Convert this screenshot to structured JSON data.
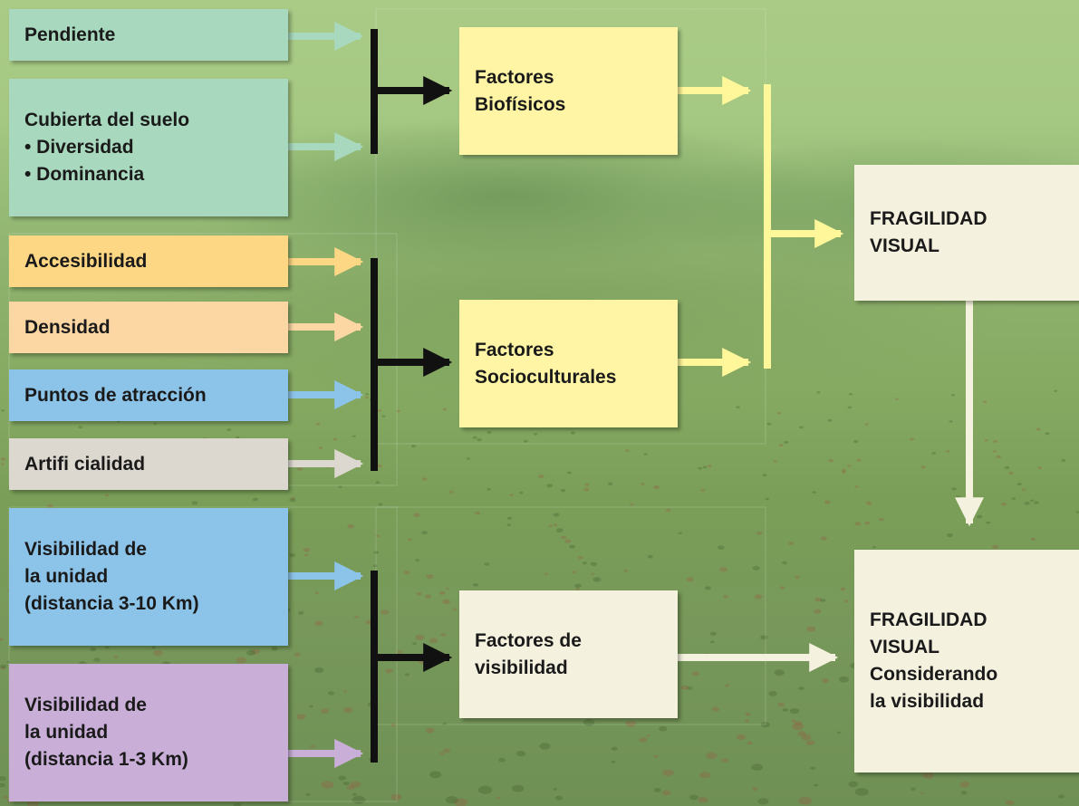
{
  "colors": {
    "green": "#a8d8bd",
    "orange": "#fdd784",
    "peach": "#fcd7a4",
    "blue": "#8cc3e8",
    "gray": "#dcd7cf",
    "purple": "#c9afd8",
    "yellow": "#fff5a4",
    "cream": "#f4f1df",
    "bracket": "#111111",
    "yellow_line": "#fff79a"
  },
  "inputs": {
    "pendiente": "Pendiente",
    "cubierta": "Cubierta del suelo\n• Diversidad\n• Dominancia",
    "accesibilidad": "Accesibilidad",
    "densidad": "Densidad",
    "puntos": "Puntos de atracción",
    "artificialidad": "Artifi cialidad",
    "visibilidad_lejana": "Visibilidad de\nla unidad\n(distancia 3-10 Km)",
    "visibilidad_cercana": "Visibilidad de\nla unidad\n(distancia 1-3 Km)"
  },
  "factors": {
    "biofisicos": "Factores\nBiofísicos",
    "socioculturales": "Factores\nSocioculturales",
    "visibilidad": "Factores de\nvisibilidad"
  },
  "outputs": {
    "fragilidad": "FRAGILIDAD\nVISUAL",
    "fragilidad_vis": "FRAGILIDAD\nVISUAL\nConsiderando\nla visibilidad"
  }
}
